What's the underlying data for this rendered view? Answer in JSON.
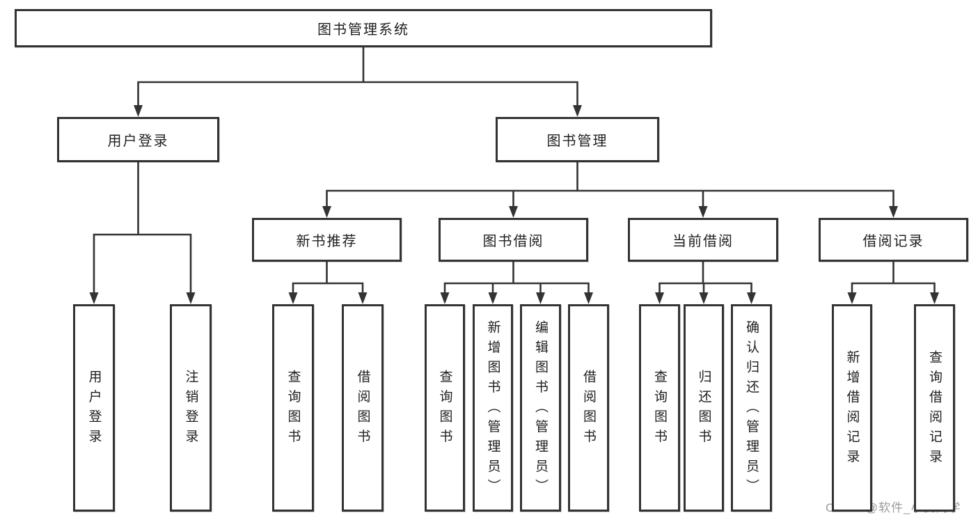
{
  "diagram": {
    "title": "图书管理系统",
    "watermark": "CSDN @软件_小贺同学",
    "colors": {
      "line": "#333333",
      "box_border": "#333333",
      "text": "#1f1f1f",
      "watermark": "#9b9b9b",
      "background": "#ffffff"
    },
    "nodes": [
      {
        "id": "root",
        "label": "图书管理系统",
        "parent": null,
        "orientation": "horizontal"
      },
      {
        "id": "user-login",
        "label": "用户登录",
        "parent": "root",
        "orientation": "horizontal"
      },
      {
        "id": "book-management",
        "label": "图书管理",
        "parent": "root",
        "orientation": "horizontal"
      },
      {
        "id": "leaf-user-login",
        "label": "用户登录",
        "parent": "user-login",
        "orientation": "vertical"
      },
      {
        "id": "leaf-logout",
        "label": "注销登录",
        "parent": "user-login",
        "orientation": "vertical"
      },
      {
        "id": "new-book-recommend",
        "label": "新书推荐",
        "parent": "book-management",
        "orientation": "horizontal"
      },
      {
        "id": "book-borrow",
        "label": "图书借阅",
        "parent": "book-management",
        "orientation": "horizontal"
      },
      {
        "id": "current-borrow",
        "label": "当前借阅",
        "parent": "book-management",
        "orientation": "horizontal"
      },
      {
        "id": "borrow-records",
        "label": "借阅记录",
        "parent": "book-management",
        "orientation": "horizontal"
      },
      {
        "id": "nbr-query-book",
        "label": "查询图书",
        "parent": "new-book-recommend",
        "orientation": "vertical"
      },
      {
        "id": "nbr-borrow-book",
        "label": "借阅图书",
        "parent": "new-book-recommend",
        "orientation": "vertical"
      },
      {
        "id": "bb-query-book",
        "label": "查询图书",
        "parent": "book-borrow",
        "orientation": "vertical"
      },
      {
        "id": "bb-add-book",
        "label": "新增图书（管理员）",
        "parent": "book-borrow",
        "orientation": "vertical"
      },
      {
        "id": "bb-edit-book",
        "label": "编辑图书（管理员）",
        "parent": "book-borrow",
        "orientation": "vertical"
      },
      {
        "id": "bb-borrow-book",
        "label": "借阅图书",
        "parent": "book-borrow",
        "orientation": "vertical"
      },
      {
        "id": "cb-query-book",
        "label": "查询图书",
        "parent": "current-borrow",
        "orientation": "vertical"
      },
      {
        "id": "cb-return-book",
        "label": "归还图书",
        "parent": "current-borrow",
        "orientation": "vertical"
      },
      {
        "id": "cb-confirm-return",
        "label": "确认归还（管理员）",
        "parent": "current-borrow",
        "orientation": "vertical"
      },
      {
        "id": "br-add-record",
        "label": "新增借阅记录",
        "parent": "borrow-records",
        "orientation": "vertical"
      },
      {
        "id": "br-query-record",
        "label": "查询借阅记录",
        "parent": "borrow-records",
        "orientation": "vertical"
      }
    ]
  }
}
